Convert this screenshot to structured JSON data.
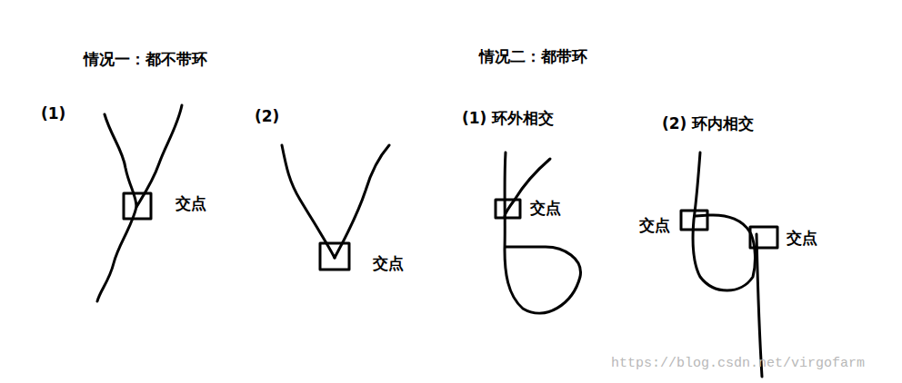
{
  "diagram": {
    "labels": [
      "情况一：都不带环",
      "情况二：都带环",
      "(1)",
      "(2)",
      "(1) 环外相交",
      "(2) 环内相交",
      "交点",
      "交点",
      "交点",
      "交点",
      "交点",
      "https://blog.csdn.net/virgofarm"
    ]
  }
}
